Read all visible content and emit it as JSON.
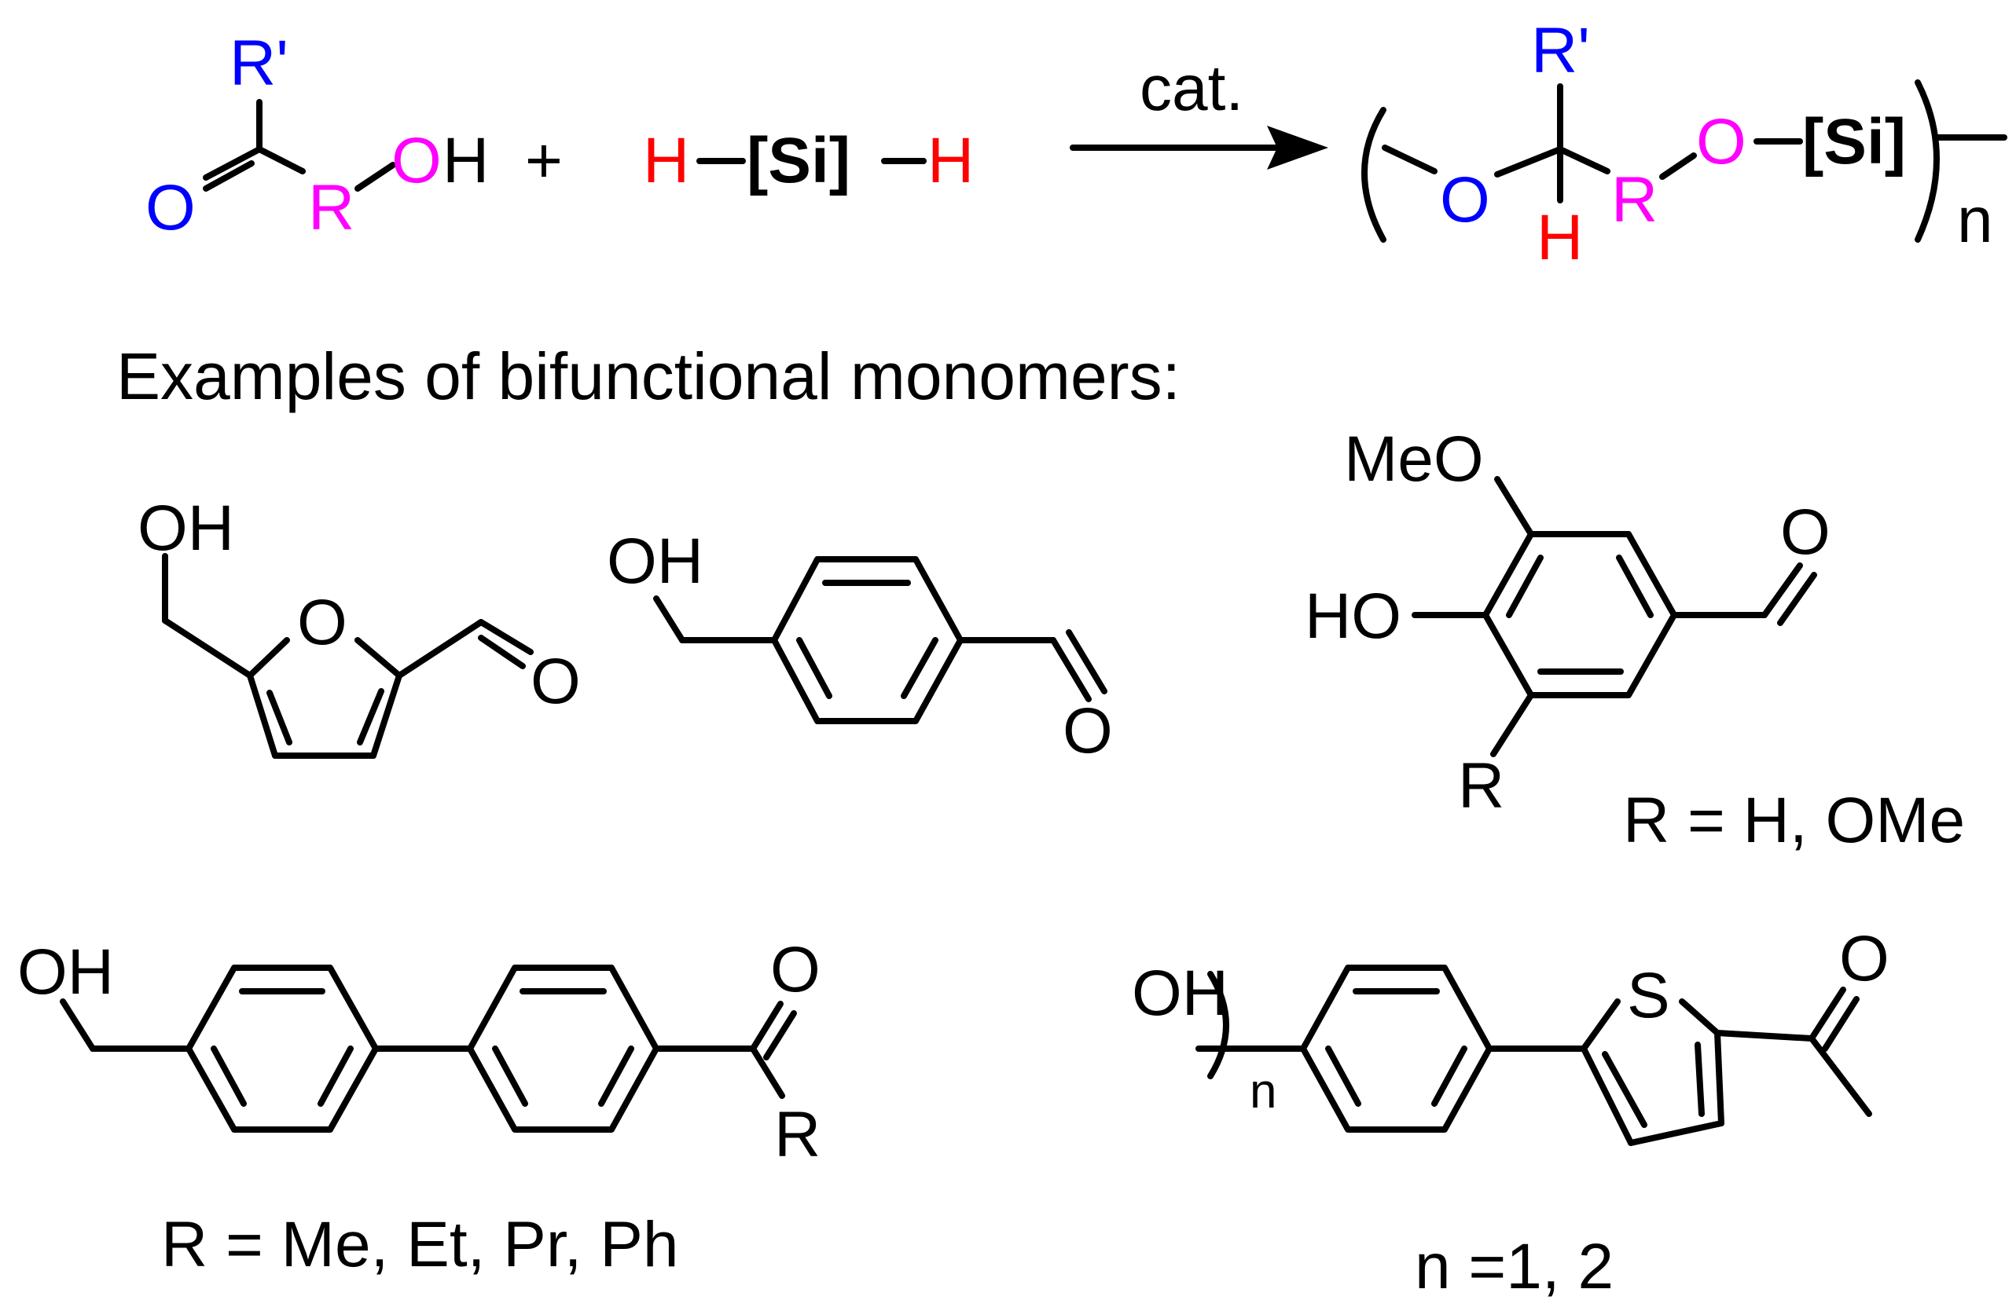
{
  "colors": {
    "carbonyl": "#0000ff",
    "linker": "#ff00ff",
    "hydride": "#ff0000",
    "bond": "#000000"
  },
  "reaction": {
    "reactant": {
      "substituent": "R'",
      "carbonyl_o": "O",
      "linker": "R",
      "hydroxyl_o": "O",
      "hydroxyl_h": "H"
    },
    "plus": "+",
    "silane": {
      "left_h": "H",
      "core": "[Si]",
      "right_h": "H"
    },
    "catalyst": "cat.",
    "product": {
      "o1": "O",
      "substituent": "R'",
      "h": "H",
      "linker": "R",
      "o2": "O",
      "silicon": "[Si]",
      "repeat": "n"
    }
  },
  "examples_heading": "Examples of bifunctional monomers:",
  "monomers": {
    "hmf": {
      "oh": "OH",
      "ring_o": "O",
      "aldehyde_o": "O"
    },
    "hydroxymethylbenzaldehyde": {
      "oh": "OH",
      "aldehyde_o": "O"
    },
    "vanillin": {
      "meo": "MeO",
      "ho": "HO",
      "aldehyde_o": "O",
      "r": "R",
      "caption": "R = H, OMe"
    },
    "biphenyl": {
      "oh": "OH",
      "ketone_o": "O",
      "r": "R",
      "caption": "R = Me, Et, Pr, Ph"
    },
    "thiophene": {
      "oh": "OH",
      "n": "n",
      "s": "S",
      "ketone_o": "O",
      "caption": "n =1, 2"
    }
  }
}
